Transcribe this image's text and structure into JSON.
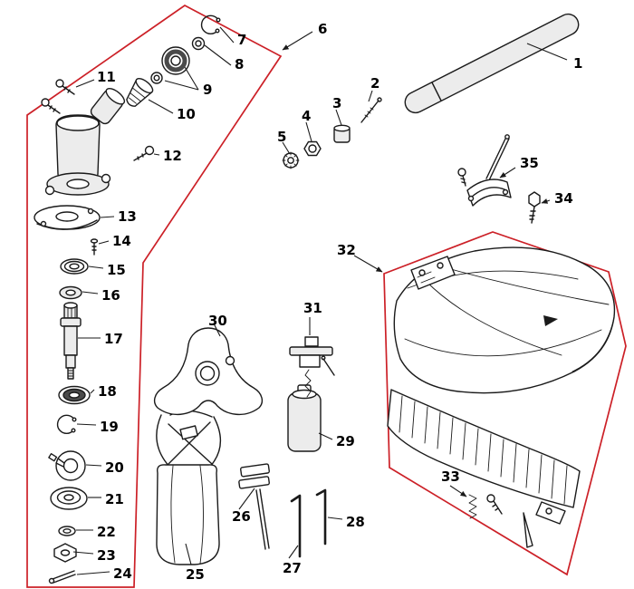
{
  "diagram": {
    "outline_color": "#cc2027",
    "line_color": "#1a1a1a",
    "background_color": "#ffffff",
    "labels": [
      "1",
      "2",
      "3",
      "4",
      "5",
      "6",
      "7",
      "8",
      "9",
      "10",
      "11",
      "12",
      "13",
      "14",
      "15",
      "16",
      "17",
      "18",
      "19",
      "20",
      "21",
      "22",
      "23",
      "24",
      "25",
      "26",
      "27",
      "28",
      "29",
      "30",
      "31",
      "32",
      "33",
      "34",
      "35"
    ]
  }
}
